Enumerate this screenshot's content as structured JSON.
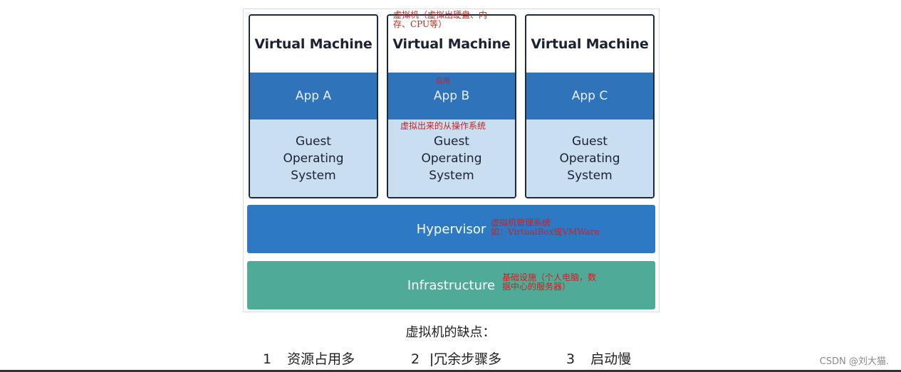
{
  "diagram": {
    "virtual_machines": [
      {
        "title": "Virtual Machine",
        "app": "App A",
        "guest_os": [
          "Guest",
          "Operating",
          "System"
        ]
      },
      {
        "title": "Virtual Machine",
        "app": "App B",
        "guest_os": [
          "Guest",
          "Operating",
          "System"
        ]
      },
      {
        "title": "Virtual Machine",
        "app": "App C",
        "guest_os": [
          "Guest",
          "Operating",
          "System"
        ]
      }
    ],
    "hypervisor": "Hypervisor",
    "infrastructure": "Infrastructure"
  },
  "annotations": {
    "vm": [
      "虚拟机（虚拟出硬盘、内",
      "存、CPU等）"
    ],
    "app": "应用",
    "guest_os": "虚拟出来的从操作系统",
    "hypervisor": [
      "虚拟机管理系统",
      "如：VirtualBox或VMWare"
    ],
    "infrastructure": [
      "基础设施（个人电脑，数",
      "据中心的服务器）"
    ]
  },
  "caption": "虚拟机的缺点：",
  "drawbacks": [
    {
      "number": "1",
      "text": "资源占用多"
    },
    {
      "number": "2",
      "text": "冗余步骤多"
    },
    {
      "number": "3",
      "text": "启动慢"
    }
  ],
  "watermark": "CSDN @刘大猫.",
  "colors": {
    "vm_border": "#1c2a3f",
    "app_band": "#2f73ba",
    "guest_os_band": "#c9def1",
    "hypervisor": "#2d79c4",
    "infrastructure": "#4faa97",
    "annotation_red": "#d21f1f"
  }
}
